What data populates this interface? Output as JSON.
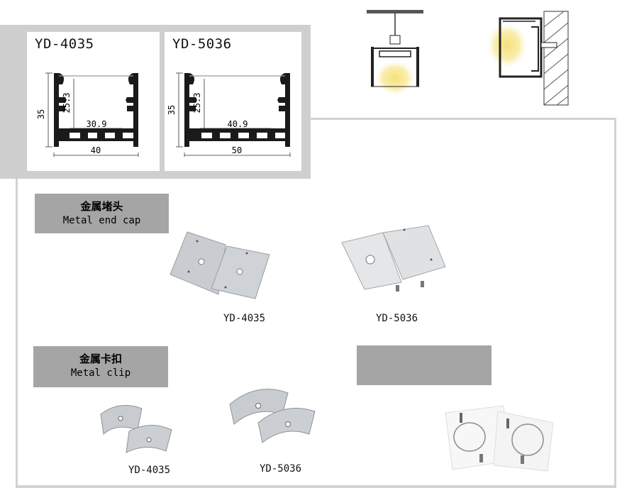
{
  "profiles": [
    {
      "name": "YD-4035",
      "height": "35",
      "inner_height": "25.3",
      "inner_width": "30.9",
      "width": "40"
    },
    {
      "name": "YD-5036",
      "height": "35",
      "inner_height": "25.3",
      "inner_width": "40.9",
      "width": "50"
    }
  ],
  "end_cap": {
    "title_cn": "金属堵头",
    "title_en": "Metal end cap",
    "items": [
      "YD-4035",
      "YD-5036"
    ]
  },
  "clip": {
    "title_cn": "金属卡扣",
    "title_en": "Metal clip",
    "items": [
      "YD-4035",
      "YD-5036"
    ]
  },
  "colors": {
    "panel_grey": "#cfcfcf",
    "label_grey": "#a5a5a5",
    "profile_black": "#1a1a1a",
    "metal": "#c8ccd0"
  }
}
